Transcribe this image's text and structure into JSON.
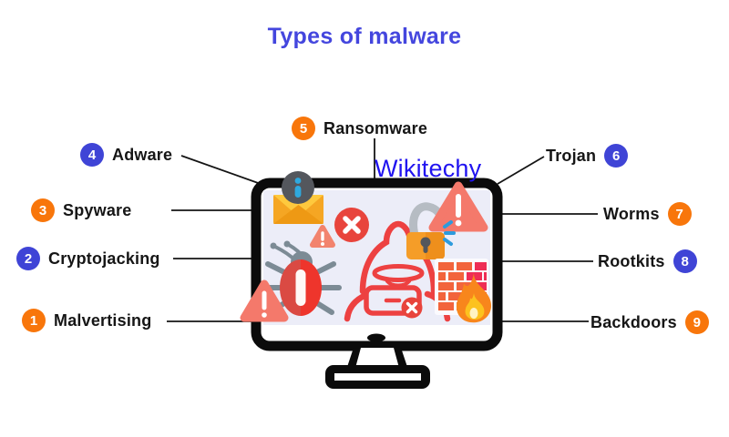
{
  "title": "Types of malware",
  "watermark": "Wikitechy",
  "labels": [
    {
      "num": "1",
      "text": "Malvertising",
      "badge_color": "orange",
      "side": "left"
    },
    {
      "num": "2",
      "text": "Cryptojacking",
      "badge_color": "blue",
      "side": "left"
    },
    {
      "num": "3",
      "text": "Spyware",
      "badge_color": "orange",
      "side": "left"
    },
    {
      "num": "4",
      "text": "Adware",
      "badge_color": "blue",
      "side": "left"
    },
    {
      "num": "5",
      "text": "Ransomware",
      "badge_color": "orange",
      "side": "top"
    },
    {
      "num": "6",
      "text": "Trojan",
      "badge_color": "blue",
      "side": "right"
    },
    {
      "num": "7",
      "text": "Worms",
      "badge_color": "orange",
      "side": "right"
    },
    {
      "num": "8",
      "text": "Rootkits",
      "badge_color": "blue",
      "side": "right"
    },
    {
      "num": "9",
      "text": "Backdoors",
      "badge_color": "orange",
      "side": "right"
    }
  ],
  "monitor_icons": [
    "email-envelope-icon",
    "info-icon",
    "error-x-icon",
    "warning-triangle-icon",
    "bug-malware-icon",
    "hacker-icon",
    "unlocked-padlock-icon",
    "alert-triangle-icon",
    "firewall-icon",
    "fire-icon"
  ],
  "colors": {
    "title_blue": "#4446de",
    "watermark_blue": "#2013f0",
    "badge_blue": "#3f44d6",
    "badge_orange": "#f8760b",
    "label_text": "#161616",
    "monitor_frame": "#0b0b0b",
    "screen_bg": "#ecedf8",
    "alert_salmon": "#f4796b",
    "error_red": "#e8443c",
    "hacker_red": "#ed4141",
    "lock_orange": "#f59d28",
    "brick_orange": "#f2643c",
    "brick_crimson": "#ee2d55"
  }
}
